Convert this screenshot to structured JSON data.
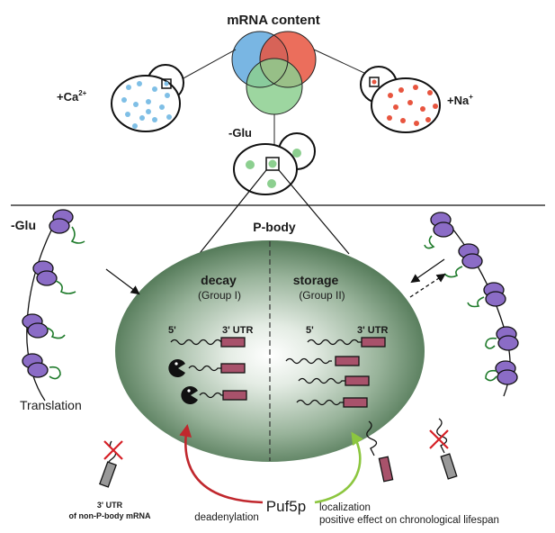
{
  "top": {
    "title": "mRNA content",
    "ca_label": "+Ca",
    "ca_sup": "2+",
    "na_label": "+Na",
    "na_sup": "+",
    "glu_label": "-Glu"
  },
  "bottom": {
    "glu_label": "-Glu",
    "pbody_title": "P-body",
    "decay_title": "decay",
    "decay_group": "(Group I)",
    "storage_title": "storage",
    "storage_group": "(Group II)",
    "five_prime_left": "5'",
    "utr_left": "3' UTR",
    "five_prime_right": "5'",
    "utr_right": "3' UTR",
    "translation": "Translation",
    "nonpbody_line1": "3' UTR",
    "nonpbody_line2": "of non-P-body mRNA",
    "puf5p": "Puf5p",
    "deadenylation": "deadenylation",
    "localization": "localization",
    "lifespan_effect": "positive effect on chronological lifespan"
  },
  "colors": {
    "calcium_dots": "#7fbfe6",
    "sodium_dots": "#e8553f",
    "glucose_dots": "#8ccf8f",
    "ribosome": "#8b6cc6",
    "utr_box": "#a8526b",
    "pbody_dark": "#476f4c",
    "pbody_light": "#ffffff",
    "arrow_deadenylation": "#c0272d",
    "arrow_localization": "#8cc63f",
    "cross": "#d62027",
    "green_strand": "#1e7a2a"
  }
}
